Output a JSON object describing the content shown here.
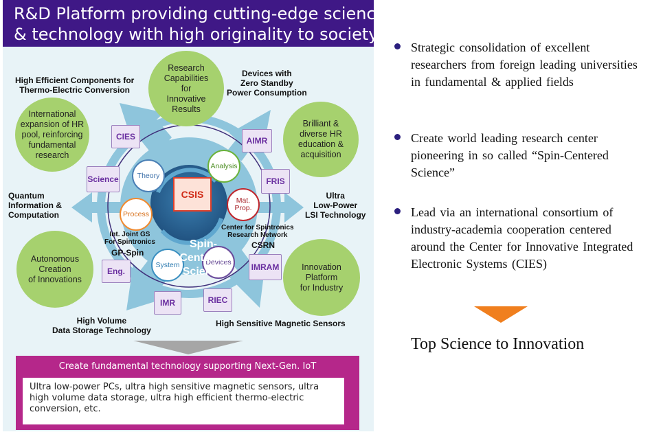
{
  "header": {
    "line1": "R&D Platform providing cutting-edge science",
    "line2": "& technology with high originality to society"
  },
  "bubbles": {
    "research": "Research\nCapabilities\nfor\nInnovative\nResults",
    "international": "International\nexpansion of HR\npool, reinforcing\nfundamental\nresearch",
    "brilliant": "Brilliant &\ndiverse HR\neducation &\nacquisition",
    "autonomous": "Autonomous\nCreation\nof Innovations",
    "innovation_platform": "Innovation\nPlatform\nfor Industry"
  },
  "outer_labels": {
    "thermo": "High Efficient Components for\nThermo-Electric Conversion",
    "standby": "Devices with\nZero Standby\nPower Consumption",
    "quantum": "Quantum\nInformation &\nComputation",
    "lsi": "Ultra\nLow-Power\nLSI Technology",
    "storage": "High Volume\nData Storage Technology",
    "sensors": "High Sensitive Magnetic Sensors"
  },
  "boxes": {
    "cies": "CIES",
    "science": "Science",
    "eng": "Eng.",
    "imr": "IMR",
    "riec": "RIEC",
    "imram": "IMRAM",
    "fris": "FRIS",
    "aimr": "AIMR",
    "csis": "CSIS"
  },
  "circles": {
    "theory": "Theory",
    "analysis": "Analysis",
    "process": "Process",
    "matprop": "Mat.\nProp.",
    "system": "System",
    "devices": "Devices"
  },
  "center": {
    "text": "Spin-\nCentered\nScience",
    "gp_sub": "Int. Joint GS\nFor Spintronics",
    "gp_main": "GP-Spin",
    "csrn_sub": "Center for Spintronics\nResearch  Network",
    "csrn_main": "CSRN"
  },
  "iot": {
    "title": "Create fundamental technology supporting Next-Gen. IoT",
    "body": "Ultra low-power PCs, ultra high sensitive magnetic sensors, ultra high volume data storage, ultra high efficient thermo-electric conversion, etc."
  },
  "bullets": [
    {
      "text": "Strategic consolidation of excellent researchers  from foreign leading universities in fundamental & applied fields"
    },
    {
      "text": "Create world leading research center pioneering  in so called “Spin-Centered Science”"
    },
    {
      "text": "Lead via an international consortium of industry-academia cooperation centered around the Center for Innovative Integrated Electronic Systems  (CIES)"
    }
  ],
  "conclusion": "Top Science to Innovation",
  "colors": {
    "header_bg": "#3f1886",
    "bubble_green": "#a6d16e",
    "ring_blue": "#8fcbe0",
    "iot_magenta": "#b5278a",
    "arrow_orange": "#f07f1e"
  }
}
